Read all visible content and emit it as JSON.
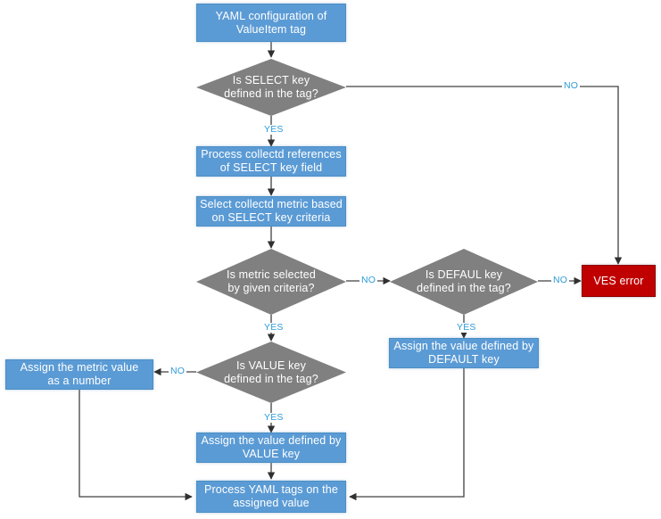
{
  "diagram": {
    "title": "YAML ValueItem tag processing flowchart",
    "colors": {
      "process_fill": "#5b9bd5",
      "decision_fill": "#808080",
      "error_fill": "#c00000",
      "edge_line": "#404040",
      "edge_label": "#2e9bd6",
      "node_text": "#ffffff",
      "background": "#ffffff"
    },
    "nodes": [
      {
        "id": "start",
        "type": "process",
        "text": "YAML configuration of\nValueItem tag"
      },
      {
        "id": "select_key",
        "type": "decision",
        "text": "Is SELECT key\ndefined in the tag?"
      },
      {
        "id": "process_refs",
        "type": "process",
        "text": "Process collectd references\nof SELECT key field"
      },
      {
        "id": "select_metric",
        "type": "process",
        "text": "Select collectd metric based\non SELECT key criteria"
      },
      {
        "id": "metric_selected",
        "type": "decision",
        "text": "Is metric selected\nby given criteria?"
      },
      {
        "id": "default_key",
        "type": "decision",
        "text": "Is DEFAUL key\ndefined in the tag?"
      },
      {
        "id": "ves_error",
        "type": "error",
        "text": "VES error"
      },
      {
        "id": "assign_default",
        "type": "process",
        "text": "Assign the value defined by\nDEFAULT key"
      },
      {
        "id": "value_key",
        "type": "decision",
        "text": "Is VALUE key\ndefined in the tag?"
      },
      {
        "id": "assign_number",
        "type": "process",
        "text": "Assign the metric value\nas a number"
      },
      {
        "id": "assign_value",
        "type": "process",
        "text": "Assign the value defined by\nVALUE key"
      },
      {
        "id": "process_tags",
        "type": "process",
        "text": "Process YAML tags on the\nassigned value"
      }
    ],
    "edge_labels": {
      "select_no": "NO",
      "select_yes": "YES",
      "metric_no": "NO",
      "metric_yes": "YES",
      "default_no": "NO",
      "default_yes": "YES",
      "value_no": "NO",
      "value_yes": "YES"
    }
  }
}
